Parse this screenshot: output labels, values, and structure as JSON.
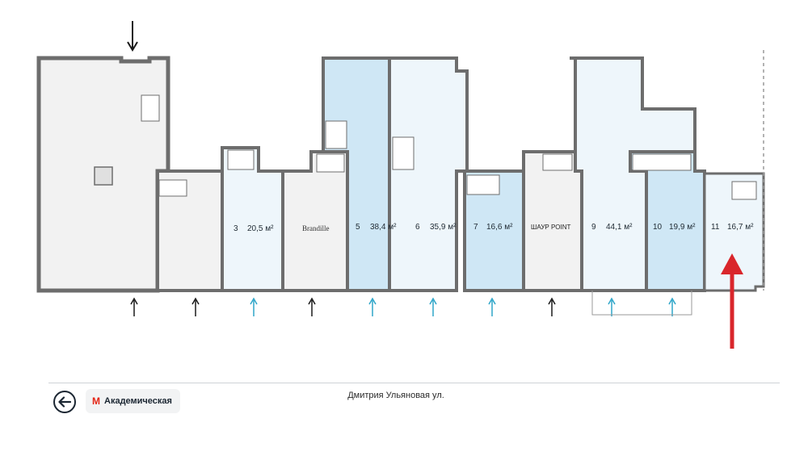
{
  "units": [
    {
      "number": "3",
      "area": "20,5 м²"
    },
    {
      "number": "5",
      "area": "38,4 м²"
    },
    {
      "number": "6",
      "area": "35,9 м²"
    },
    {
      "number": "7",
      "area": "16,6 м²"
    },
    {
      "number": "9",
      "area": "44,1 м²"
    },
    {
      "number": "10",
      "area": "19,9 м²"
    },
    {
      "number": "11",
      "area": "16,7 м²"
    }
  ],
  "tenants": {
    "brandille": "Brandille",
    "shawpoint": "ШАУР POINT"
  },
  "street": {
    "name": "Дмитрия Ульяновая ул."
  },
  "metro": {
    "station": "Академическая",
    "logo": "М",
    "color": "#e42313"
  },
  "colors": {
    "wall": "#6d6d6d",
    "room_grey": "#f2f2f2",
    "room_light_blue": "#eef6fb",
    "room_blue": "#cfe7f5",
    "entrance_arrow_blue": "#2fa6c9",
    "entrance_arrow_black": "#1a1a1a",
    "highlight_arrow": "#d9262b"
  },
  "icons": {
    "back": "arrow-left-icon",
    "metro": "metro-icon",
    "entrance": "entrance-arrow-icon",
    "wc": "wc-icon"
  }
}
